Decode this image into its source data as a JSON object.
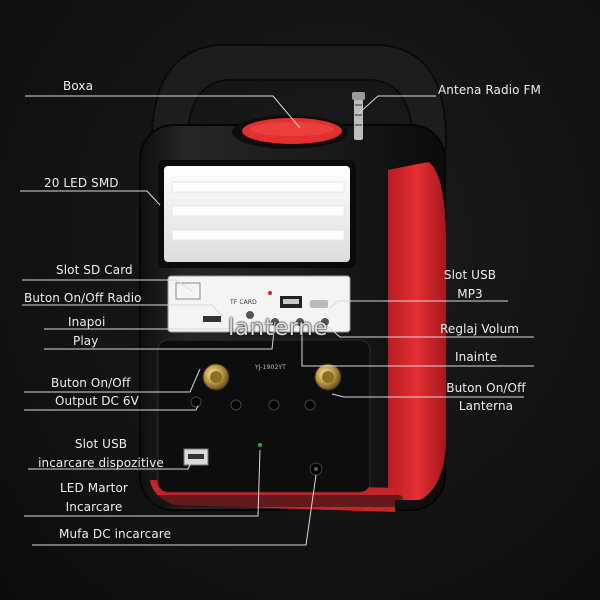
{
  "labels": {
    "boxa": "Boxa",
    "antena": "Antena Radio FM",
    "led_smd": "20 LED SMD",
    "slot_sd": "Slot SD Card",
    "buton_radio": "Buton On/Off Radio",
    "inapoi": "Inapoi",
    "play": "Play",
    "buton_onoff": "Buton On/Off",
    "output_dc": "Output DC 6V",
    "slot_usb_charge_1": "Slot USB",
    "slot_usb_charge_2": "incarcare dispozitive",
    "led_martor_1": "LED Martor",
    "led_martor_2": "Incarcare",
    "mufa_dc": "Mufa DC incarcare",
    "slot_usb_mp3_1": "Slot USB",
    "slot_usb_mp3_2": "MP3",
    "reglaj_volum": "Reglaj Volum",
    "inainte": "Inainte",
    "lanterna_1": "Buton On/Off",
    "lanterna_2": "Lanterna"
  },
  "device_text": {
    "tf_card": "TF CARD",
    "model": "YJ-1902YT"
  },
  "watermark": "lanterne",
  "colors": {
    "background": "#121212",
    "body": "#1b1b1b",
    "accent_red": "#d8262a",
    "led_panel": "#f2f2f2",
    "label_text": "#eeeeee",
    "leader_line": "#d9d9d9"
  }
}
